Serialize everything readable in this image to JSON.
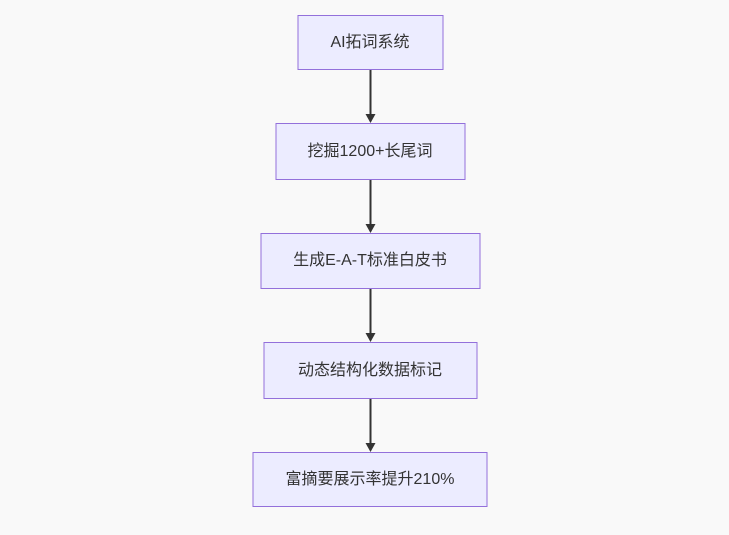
{
  "page": {
    "background_color": "#f9f9f9"
  },
  "chart_data": {
    "type": "flowchart",
    "direction": "top-down",
    "node_fill_color": "#ECECFF",
    "node_border_color": "#9370DB",
    "text_color": "#333333",
    "arrow_color": "#333333",
    "nodes": [
      {
        "id": "node-1",
        "label": "AI拓词系统"
      },
      {
        "id": "node-2",
        "label": "挖掘1200+长尾词"
      },
      {
        "id": "node-3",
        "label": "生成E-A-T标准白皮书"
      },
      {
        "id": "node-4",
        "label": "动态结构化数据标记"
      },
      {
        "id": "node-5",
        "label": "富摘要展示率提升210%"
      }
    ],
    "edges": [
      {
        "from": "node-1",
        "to": "node-2"
      },
      {
        "from": "node-2",
        "to": "node-3"
      },
      {
        "from": "node-3",
        "to": "node-4"
      },
      {
        "from": "node-4",
        "to": "node-5"
      }
    ]
  }
}
